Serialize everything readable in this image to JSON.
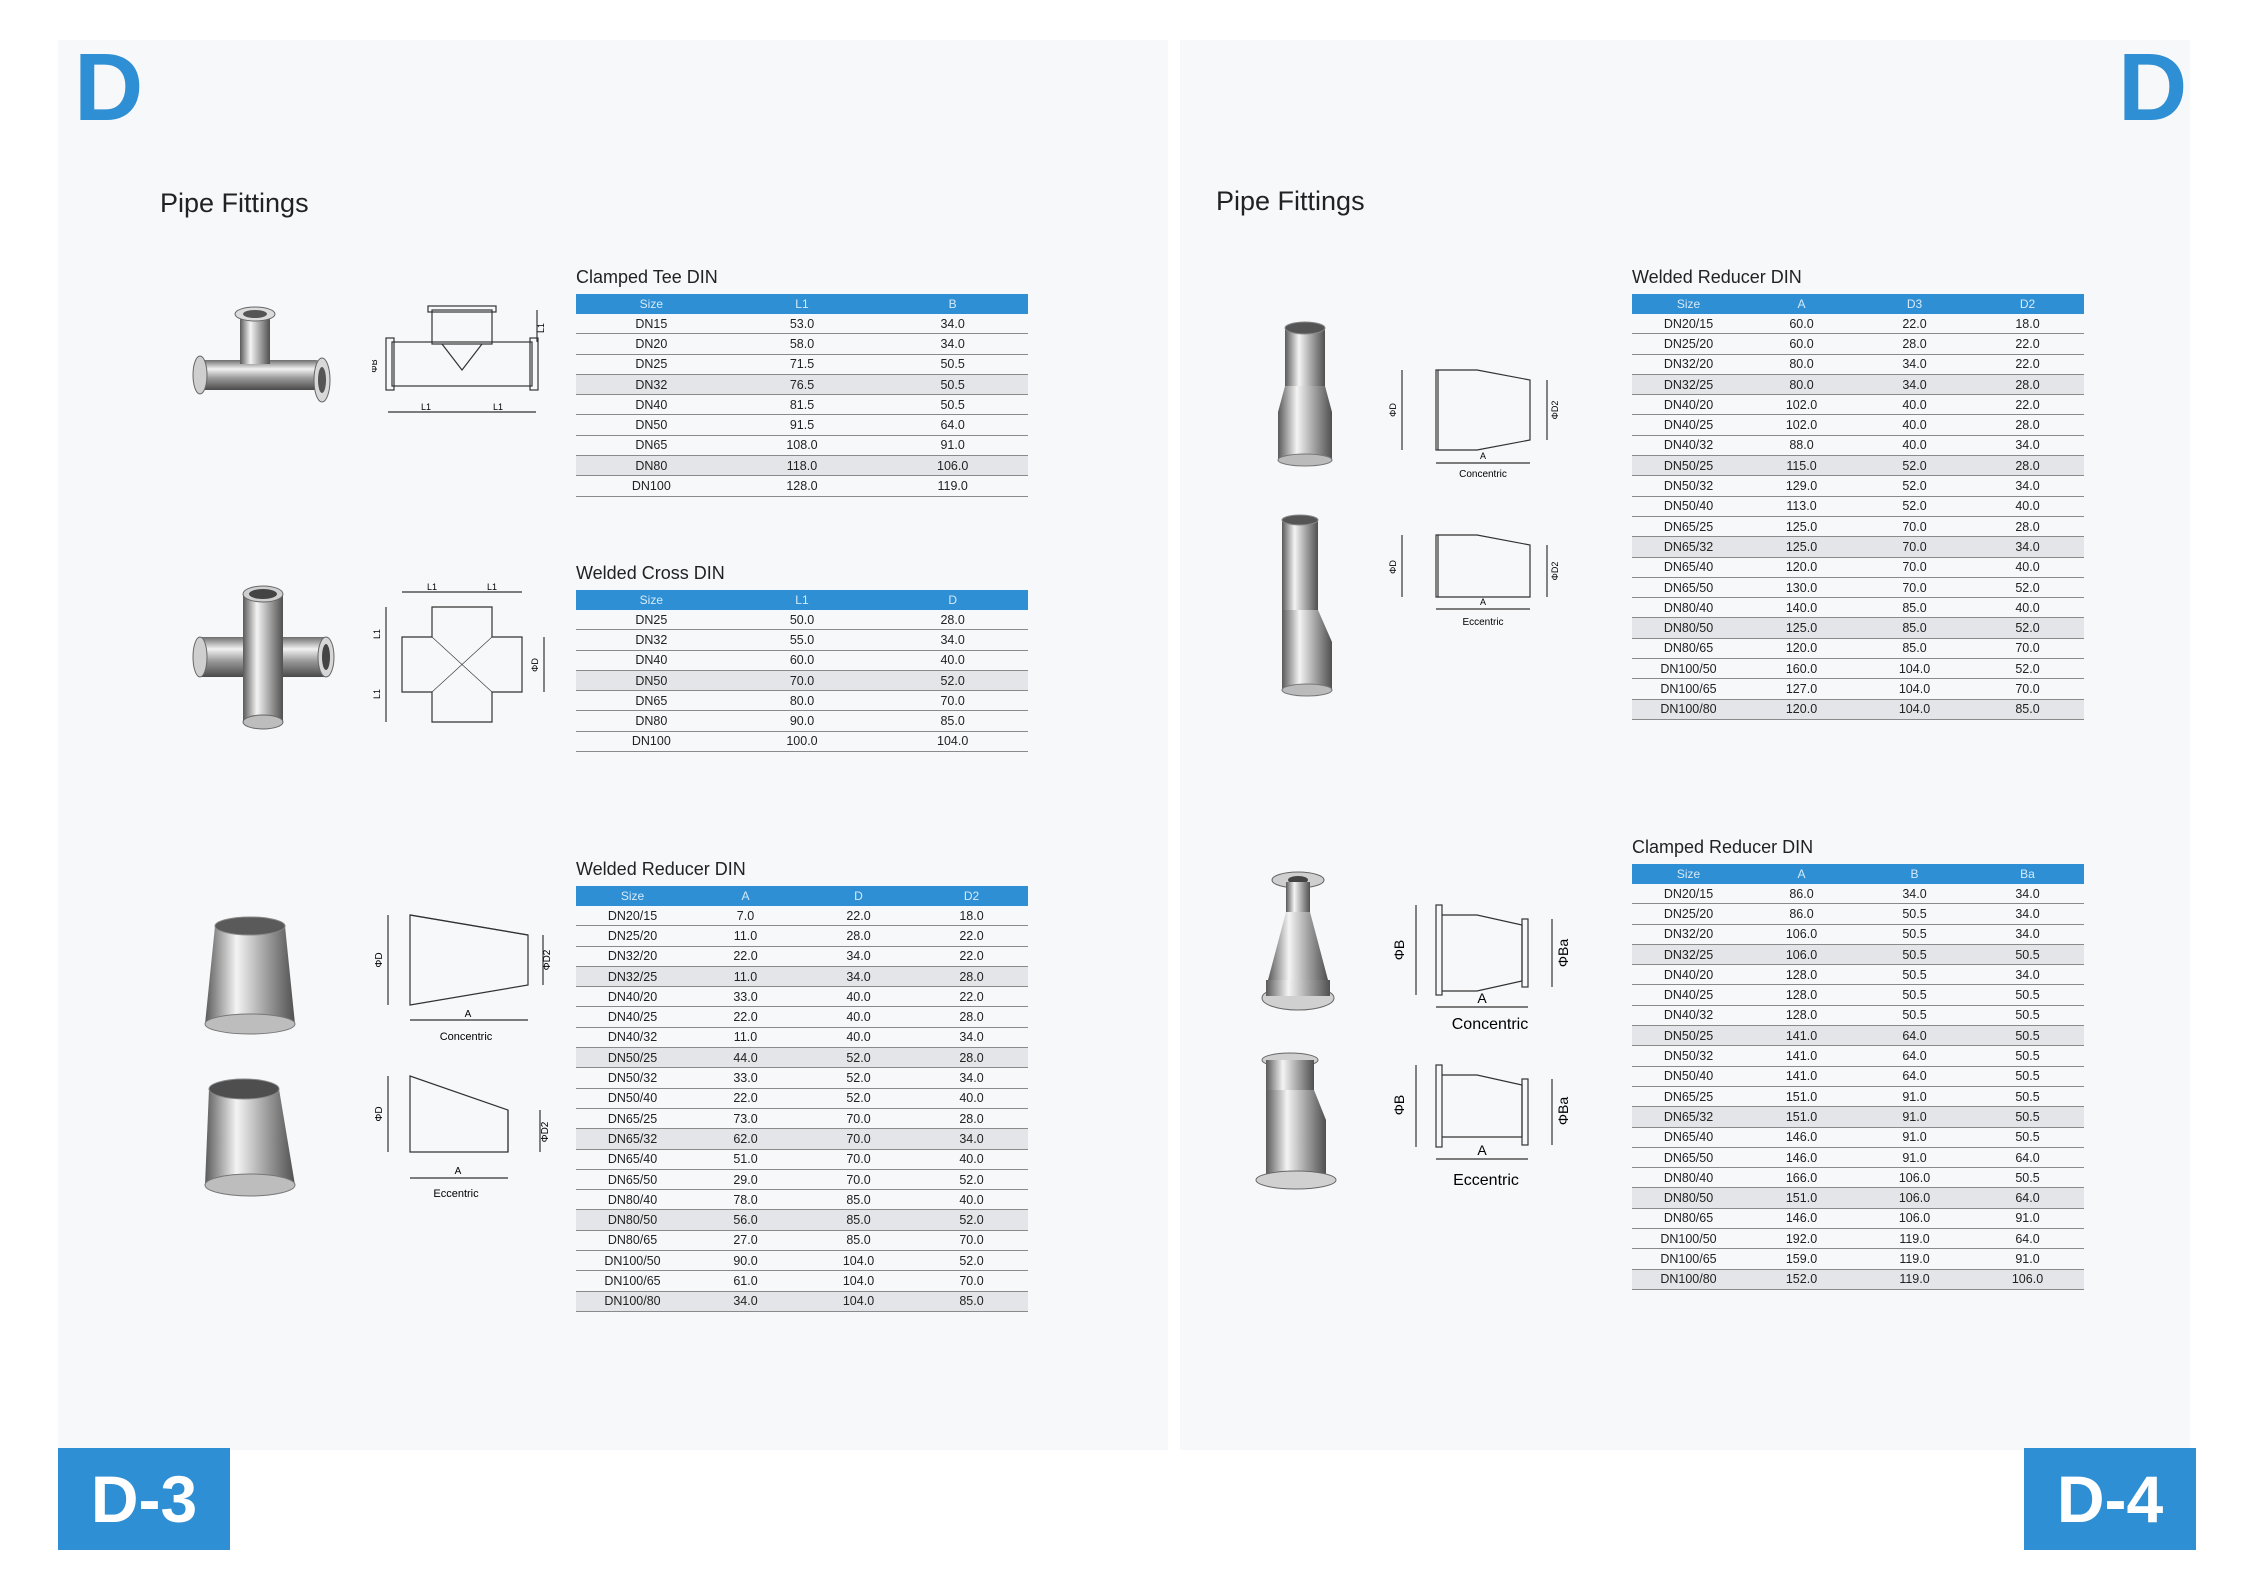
{
  "left_page": {
    "letter": "D",
    "title": "Pipe Fittings",
    "badge": "D-3",
    "clamped_tee": {
      "title": "Clamped Tee  DIN",
      "headers": [
        "Size",
        "L1",
        "B"
      ],
      "rows": [
        [
          "DN15",
          "53.0",
          "34.0"
        ],
        [
          "DN20",
          "58.0",
          "34.0"
        ],
        [
          "DN25",
          "71.5",
          "50.5"
        ],
        [
          "DN32",
          "76.5",
          "50.5"
        ],
        [
          "DN40",
          "81.5",
          "50.5"
        ],
        [
          "DN50",
          "91.5",
          "64.0"
        ],
        [
          "DN65",
          "108.0",
          "91.0"
        ],
        [
          "DN80",
          "118.0",
          "106.0"
        ],
        [
          "DN100",
          "128.0",
          "119.0"
        ]
      ],
      "drawing_labels": {
        "b": "ΦB",
        "l1": "L1"
      }
    },
    "welded_cross": {
      "title": "Welded Cross DIN",
      "headers": [
        "Size",
        "L1",
        "D"
      ],
      "rows": [
        [
          "DN25",
          "50.0",
          "28.0"
        ],
        [
          "DN32",
          "55.0",
          "34.0"
        ],
        [
          "DN40",
          "60.0",
          "40.0"
        ],
        [
          "DN50",
          "70.0",
          "52.0"
        ],
        [
          "DN65",
          "80.0",
          "70.0"
        ],
        [
          "DN80",
          "90.0",
          "85.0"
        ],
        [
          "DN100",
          "100.0",
          "104.0"
        ]
      ],
      "drawing_labels": {
        "l1": "L1",
        "d": "ΦD"
      }
    },
    "welded_reducer": {
      "title": "Welded Reducer  DIN",
      "headers": [
        "Size",
        "A",
        "D",
        "D2"
      ],
      "rows": [
        [
          "DN20/15",
          "7.0",
          "22.0",
          "18.0"
        ],
        [
          "DN25/20",
          "11.0",
          "28.0",
          "22.0"
        ],
        [
          "DN32/20",
          "22.0",
          "34.0",
          "22.0"
        ],
        [
          "DN32/25",
          "11.0",
          "34.0",
          "28.0"
        ],
        [
          "DN40/20",
          "33.0",
          "40.0",
          "22.0"
        ],
        [
          "DN40/25",
          "22.0",
          "40.0",
          "28.0"
        ],
        [
          "DN40/32",
          "11.0",
          "40.0",
          "34.0"
        ],
        [
          "DN50/25",
          "44.0",
          "52.0",
          "28.0"
        ],
        [
          "DN50/32",
          "33.0",
          "52.0",
          "34.0"
        ],
        [
          "DN50/40",
          "22.0",
          "52.0",
          "40.0"
        ],
        [
          "DN65/25",
          "73.0",
          "70.0",
          "28.0"
        ],
        [
          "DN65/32",
          "62.0",
          "70.0",
          "34.0"
        ],
        [
          "DN65/40",
          "51.0",
          "70.0",
          "40.0"
        ],
        [
          "DN65/50",
          "29.0",
          "70.0",
          "52.0"
        ],
        [
          "DN80/40",
          "78.0",
          "85.0",
          "40.0"
        ],
        [
          "DN80/50",
          "56.0",
          "85.0",
          "52.0"
        ],
        [
          "DN80/65",
          "27.0",
          "85.0",
          "70.0"
        ],
        [
          "DN100/50",
          "90.0",
          "104.0",
          "52.0"
        ],
        [
          "DN100/65",
          "61.0",
          "104.0",
          "70.0"
        ],
        [
          "DN100/80",
          "34.0",
          "104.0",
          "85.0"
        ]
      ],
      "drawing_labels": {
        "d": "ΦD",
        "d2": "ΦD2",
        "a": "A",
        "concentric": "Concentric",
        "eccentric": "Eccentric"
      }
    }
  },
  "right_page": {
    "letter": "D",
    "title": "Pipe Fittings",
    "badge": "D-4",
    "welded_reducer": {
      "title": "Welded Reducer  DIN",
      "headers": [
        "Size",
        "A",
        "D3",
        "D2"
      ],
      "rows": [
        [
          "DN20/15",
          "60.0",
          "22.0",
          "18.0"
        ],
        [
          "DN25/20",
          "60.0",
          "28.0",
          "22.0"
        ],
        [
          "DN32/20",
          "80.0",
          "34.0",
          "22.0"
        ],
        [
          "DN32/25",
          "80.0",
          "34.0",
          "28.0"
        ],
        [
          "DN40/20",
          "102.0",
          "40.0",
          "22.0"
        ],
        [
          "DN40/25",
          "102.0",
          "40.0",
          "28.0"
        ],
        [
          "DN40/32",
          "88.0",
          "40.0",
          "34.0"
        ],
        [
          "DN50/25",
          "115.0",
          "52.0",
          "28.0"
        ],
        [
          "DN50/32",
          "129.0",
          "52.0",
          "34.0"
        ],
        [
          "DN50/40",
          "113.0",
          "52.0",
          "40.0"
        ],
        [
          "DN65/25",
          "125.0",
          "70.0",
          "28.0"
        ],
        [
          "DN65/32",
          "125.0",
          "70.0",
          "34.0"
        ],
        [
          "DN65/40",
          "120.0",
          "70.0",
          "40.0"
        ],
        [
          "DN65/50",
          "130.0",
          "70.0",
          "52.0"
        ],
        [
          "DN80/40",
          "140.0",
          "85.0",
          "40.0"
        ],
        [
          "DN80/50",
          "125.0",
          "85.0",
          "52.0"
        ],
        [
          "DN80/65",
          "120.0",
          "85.0",
          "70.0"
        ],
        [
          "DN100/50",
          "160.0",
          "104.0",
          "52.0"
        ],
        [
          "DN100/65",
          "127.0",
          "104.0",
          "70.0"
        ],
        [
          "DN100/80",
          "120.0",
          "104.0",
          "85.0"
        ]
      ],
      "drawing_labels": {
        "d": "ΦD",
        "d2": "ΦD2",
        "a": "A",
        "concentric": "Concentric",
        "eccentric": "Eccentric"
      }
    },
    "clamped_reducer": {
      "title": "Clamped Reducer  DIN",
      "headers": [
        "Size",
        "A",
        "B",
        "Ba"
      ],
      "rows": [
        [
          "DN20/15",
          "86.0",
          "34.0",
          "34.0"
        ],
        [
          "DN25/20",
          "86.0",
          "50.5",
          "34.0"
        ],
        [
          "DN32/20",
          "106.0",
          "50.5",
          "34.0"
        ],
        [
          "DN32/25",
          "106.0",
          "50.5",
          "50.5"
        ],
        [
          "DN40/20",
          "128.0",
          "50.5",
          "34.0"
        ],
        [
          "DN40/25",
          "128.0",
          "50.5",
          "50.5"
        ],
        [
          "DN40/32",
          "128.0",
          "50.5",
          "50.5"
        ],
        [
          "DN50/25",
          "141.0",
          "64.0",
          "50.5"
        ],
        [
          "DN50/32",
          "141.0",
          "64.0",
          "50.5"
        ],
        [
          "DN50/40",
          "141.0",
          "64.0",
          "50.5"
        ],
        [
          "DN65/25",
          "151.0",
          "91.0",
          "50.5"
        ],
        [
          "DN65/32",
          "151.0",
          "91.0",
          "50.5"
        ],
        [
          "DN65/40",
          "146.0",
          "91.0",
          "50.5"
        ],
        [
          "DN65/50",
          "146.0",
          "91.0",
          "64.0"
        ],
        [
          "DN80/40",
          "166.0",
          "106.0",
          "50.5"
        ],
        [
          "DN80/50",
          "151.0",
          "106.0",
          "64.0"
        ],
        [
          "DN80/65",
          "146.0",
          "106.0",
          "91.0"
        ],
        [
          "DN100/50",
          "192.0",
          "119.0",
          "64.0"
        ],
        [
          "DN100/65",
          "159.0",
          "119.0",
          "91.0"
        ],
        [
          "DN100/80",
          "152.0",
          "119.0",
          "106.0"
        ]
      ],
      "drawing_labels": {
        "b": "ΦB",
        "ba": "ΦBa",
        "a": "A",
        "concentric": "Concentric",
        "eccentric": "Eccentric"
      }
    }
  }
}
